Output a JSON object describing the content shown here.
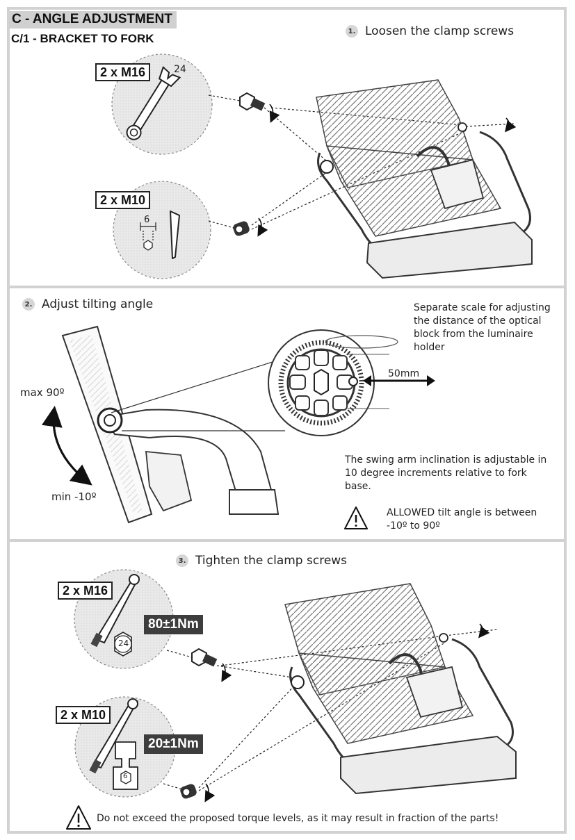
{
  "header": {
    "title": "C - ANGLE ADJUSTMENT",
    "subtitle": "C/1 - BRACKET TO FORK"
  },
  "section1": {
    "step_number": "1.",
    "step_label": "Loosen the clamp screws",
    "m16_label": "2 x M16",
    "wrench_size": "24",
    "m10_label": "2 x M10",
    "hex_size": "6"
  },
  "section2": {
    "step_number": "2.",
    "step_label": "Adjust tilting angle",
    "max_label": "max 90º",
    "min_label": "min -10º",
    "scale_note": "Separate scale for adjusting the distance of the optical block from the luminaire holder",
    "distance_label": "50mm",
    "swing_note": "The swing arm inclination is adjustable in 10 degree increments relative to fork base.",
    "allowed_note": "ALLOWED tilt angle is between -10º to 90º"
  },
  "section3": {
    "step_number": "3.",
    "step_label": "Tighten the clamp screws",
    "m16_label": "2 x M16",
    "m16_torque": "80±1Nm",
    "m16_socket": "24",
    "m10_label": "2 x M10",
    "m10_torque": "20±1Nm",
    "m10_socket": "6",
    "warning": "Do not exceed the proposed torque levels, as it may result in fraction of the parts!"
  },
  "icons": [
    "warning-icon",
    "wrench-icon",
    "hex-key-icon",
    "torque-wrench-icon",
    "socket-icon",
    "rotation-arrow-icon"
  ],
  "colors": {
    "frame": "#d2d2d2",
    "title_bg": "#d0d0d0",
    "torque_bg": "#3d3d3d",
    "detail_circle": "#e9e9e9"
  }
}
